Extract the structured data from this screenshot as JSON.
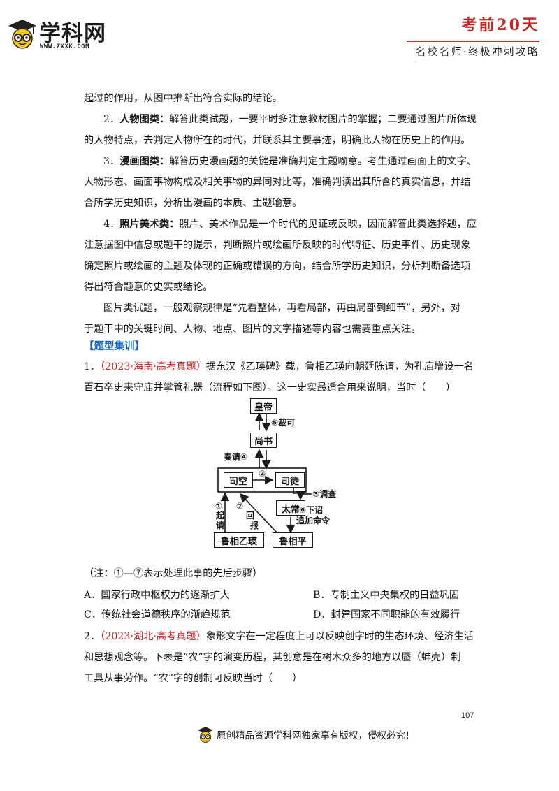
{
  "header": {
    "logo_text": "学科网",
    "logo_url": "WWW.ZXXK.COM",
    "badge": "考前20天",
    "slogan": "名校名师·终极冲刺攻略"
  },
  "paragraphs": {
    "p0": "起过的作用，从图中推断出符合实际的结论。",
    "p1_num": "2．",
    "p1_title": "人物图类：",
    "p1_l1": "解答此类试题，一要平时多注意教材图片的掌握；二要通过图片所体现",
    "p1_l2": "的人物特点，去判定人物所在的时代，并联系其主要事迹，明确此人物在历史上的作用。",
    "p2_num": "3．",
    "p2_title": "漫画图类：",
    "p2_l1": "解答历史漫画题的关键是准确判定主题喻意。考生通过画面上的文字、",
    "p2_l2": "人物形态、画面事物构成及相关事物的异同对比等，准确判读出其所含的真实信息，并结",
    "p2_l3": "合所学历史知识，分析出漫画的本质、主题喻意。",
    "p3_num": "4．",
    "p3_title": "照片美术类：",
    "p3_l1": "照片、美术作品是一个时代的见证或反映，因而解答此类选择题，应",
    "p3_l2": "注意据图中信息或题干的提示，判断照片或绘画所反映的时代特征、历史事件、历史现象",
    "p3_l3": "确定照片或绘画的主题及体现的正确或错误的方向，结合所学历史知识，分析判断备选项",
    "p3_l4": "得出符合题意的史实或结论。",
    "p4_l1": "图片类试题，一般观察规律是“先看整体，再看局部，再由局部到细节”，另外，对",
    "p4_l2": "于题干中的关键时间、人物、地点、图片的文字描述等内容也需要重点关注。"
  },
  "section_title": "【题型集训】",
  "q1": {
    "num": "1．",
    "source": "（2023·海南·高考真题）",
    "l1": "据东汉《乙瑛碑》载，鲁相乙瑛向朝廷陈请，为孔庙增设一名",
    "l2": "百石卒史来守庙并掌管礼器（流程如下图）。这一史实最适合用来说明，当时（　　）",
    "diagram": {
      "huangdi": "皇帝",
      "shangshu": "尚书",
      "sikong": "司空",
      "situ": "司徒",
      "taichang": "太常",
      "luxiang_yiying": "鲁相乙瑛",
      "luxiang_ping": "鲁相平",
      "step5": "⑤裁可",
      "step4": "奏请④",
      "step2": "②",
      "step3": "③调查",
      "step6_a": "⑥下诏",
      "step6_b": "追加命令",
      "step1_num": "①",
      "step1_a": "起",
      "step1_b": "请",
      "step7_num": "⑦",
      "step7_a": "回",
      "step7_b": "报"
    },
    "note": "（注：①—⑦表示处理此事的先后步骤）",
    "opt_a": "A．国家行政中枢权力的逐渐扩大",
    "opt_b": "B．专制主义中央集权的日益巩固",
    "opt_c": "C．传统社会道德秩序的渐趋规范",
    "opt_d": "D．封建国家不同职能的有效履行"
  },
  "q2": {
    "num": "2．",
    "source": "（2023·湖北·高考真题）",
    "l1": "象形文字在一定程度上可以反映创字时的生态环境、经济生活",
    "l2": "和思想观念等。下表是“农”字的演变历程，其创意是在树木众多的地方以蜃（蚌壳）制",
    "l3": "工具从事劳作。“农”字的创制可反映当时（　　）"
  },
  "footer": {
    "page_number": "107",
    "copyright": "原创精品资源学科网独家享有版权，侵权必究！"
  }
}
